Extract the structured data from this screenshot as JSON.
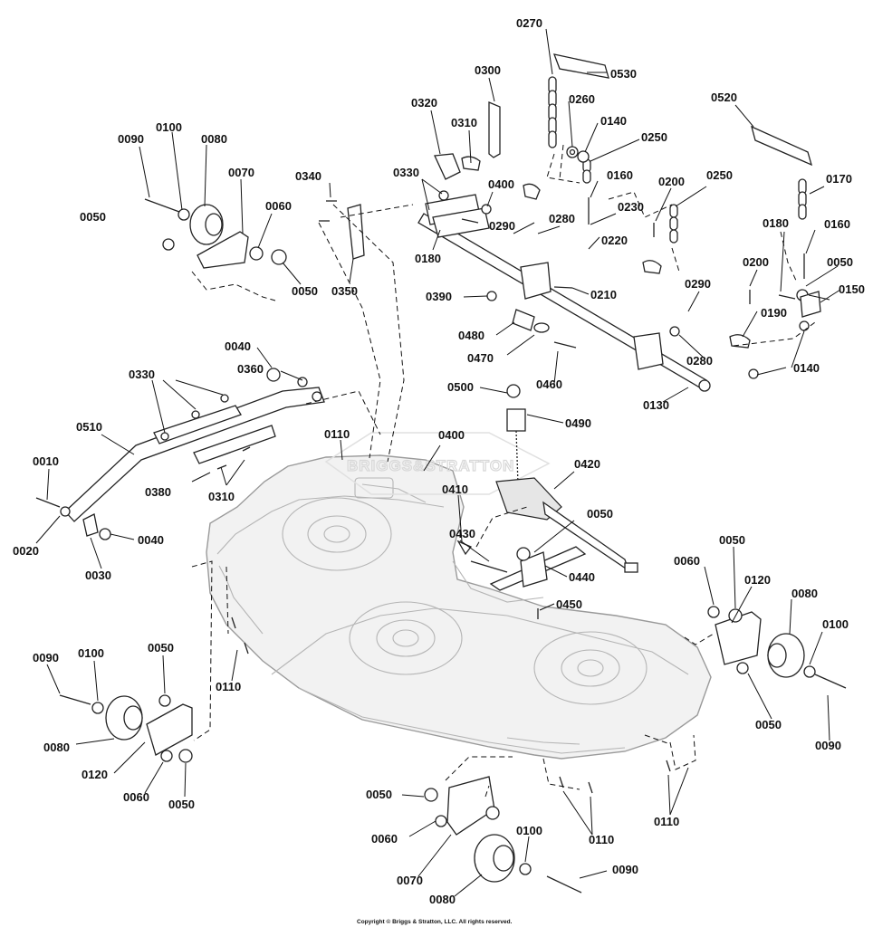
{
  "watermark": "BRIGGS&STRATTON",
  "copyright": "Copyright © Briggs & Stratton, LLC. All rights reserved.",
  "part_labels": [
    {
      "id": "l0270a",
      "text": "0270"
    },
    {
      "id": "l0530",
      "text": "0530"
    },
    {
      "id": "l0300",
      "text": "0300"
    },
    {
      "id": "l0260",
      "text": "0260"
    },
    {
      "id": "l0140a",
      "text": "0140"
    },
    {
      "id": "l0250a",
      "text": "0250"
    },
    {
      "id": "l0320",
      "text": "0320"
    },
    {
      "id": "l0310a",
      "text": "0310"
    },
    {
      "id": "l0520",
      "text": "0520"
    },
    {
      "id": "l0090a",
      "text": "0090"
    },
    {
      "id": "l0100a",
      "text": "0100"
    },
    {
      "id": "l0080a",
      "text": "0080"
    },
    {
      "id": "l0070a",
      "text": "0070"
    },
    {
      "id": "l0340",
      "text": "0340"
    },
    {
      "id": "l0330a",
      "text": "0330"
    },
    {
      "id": "l0400a",
      "text": "0400"
    },
    {
      "id": "l0160a",
      "text": "0160"
    },
    {
      "id": "l0200a",
      "text": "0200"
    },
    {
      "id": "l0250b",
      "text": "0250"
    },
    {
      "id": "l0170",
      "text": "0170"
    },
    {
      "id": "l0050a",
      "text": "0050"
    },
    {
      "id": "l0060a",
      "text": "0060"
    },
    {
      "id": "l0230",
      "text": "0230"
    },
    {
      "id": "l0280a",
      "text": "0280"
    },
    {
      "id": "l0290a",
      "text": "0290"
    },
    {
      "id": "l0180a",
      "text": "0180"
    },
    {
      "id": "l0220",
      "text": "0220"
    },
    {
      "id": "l0180b",
      "text": "0180"
    },
    {
      "id": "l0160b",
      "text": "0160"
    },
    {
      "id": "l0050b",
      "text": "0050"
    },
    {
      "id": "l0200b",
      "text": "0200"
    },
    {
      "id": "l0050c",
      "text": "0050"
    },
    {
      "id": "l0350",
      "text": "0350"
    },
    {
      "id": "l0390",
      "text": "0390"
    },
    {
      "id": "l0210",
      "text": "0210"
    },
    {
      "id": "l0290b",
      "text": "0290"
    },
    {
      "id": "l0150",
      "text": "0150"
    },
    {
      "id": "l0190",
      "text": "0190"
    },
    {
      "id": "l0480",
      "text": "0480"
    },
    {
      "id": "l0040a",
      "text": "0040"
    },
    {
      "id": "l0470",
      "text": "0470"
    },
    {
      "id": "l0280b",
      "text": "0280"
    },
    {
      "id": "l0360",
      "text": "0360"
    },
    {
      "id": "l0140b",
      "text": "0140"
    },
    {
      "id": "l0330b",
      "text": "0330"
    },
    {
      "id": "l0460",
      "text": "0460"
    },
    {
      "id": "l0500",
      "text": "0500"
    },
    {
      "id": "l0130",
      "text": "0130"
    },
    {
      "id": "l0490",
      "text": "0490"
    },
    {
      "id": "l0510",
      "text": "0510"
    },
    {
      "id": "l0110a",
      "text": "0110"
    },
    {
      "id": "l0400b",
      "text": "0400"
    },
    {
      "id": "l0010",
      "text": "0010"
    },
    {
      "id": "l0420",
      "text": "0420"
    },
    {
      "id": "l0380",
      "text": "0380"
    },
    {
      "id": "l0410",
      "text": "0410"
    },
    {
      "id": "l0310b",
      "text": "0310"
    },
    {
      "id": "l0050d",
      "text": "0050"
    },
    {
      "id": "l0020",
      "text": "0020"
    },
    {
      "id": "l0040b",
      "text": "0040"
    },
    {
      "id": "l0030",
      "text": "0030"
    },
    {
      "id": "l0430",
      "text": "0430"
    },
    {
      "id": "l0440",
      "text": "0440"
    },
    {
      "id": "l0060b",
      "text": "0060"
    },
    {
      "id": "l0050e",
      "text": "0050"
    },
    {
      "id": "l0120a",
      "text": "0120"
    },
    {
      "id": "l0080b",
      "text": "0080"
    },
    {
      "id": "l0450",
      "text": "0450"
    },
    {
      "id": "l0100b",
      "text": "0100"
    },
    {
      "id": "l0090b",
      "text": "0090"
    },
    {
      "id": "l0100c",
      "text": "0100"
    },
    {
      "id": "l0050f",
      "text": "0050"
    },
    {
      "id": "l0110b",
      "text": "0110"
    },
    {
      "id": "l0050g",
      "text": "0050"
    },
    {
      "id": "l0080c",
      "text": "0080"
    },
    {
      "id": "l0090c",
      "text": "0090"
    },
    {
      "id": "l0120b",
      "text": "0120"
    },
    {
      "id": "l0060c",
      "text": "0060"
    },
    {
      "id": "l0050h",
      "text": "0050"
    },
    {
      "id": "l0050i",
      "text": "0050"
    },
    {
      "id": "l0060d",
      "text": "0060"
    },
    {
      "id": "l0110c",
      "text": "0110"
    },
    {
      "id": "l0110d",
      "text": "0110"
    },
    {
      "id": "l0070b",
      "text": "0070"
    },
    {
      "id": "l0100d",
      "text": "0100"
    },
    {
      "id": "l0090d",
      "text": "0090"
    },
    {
      "id": "l0080d",
      "text": "0080"
    }
  ]
}
